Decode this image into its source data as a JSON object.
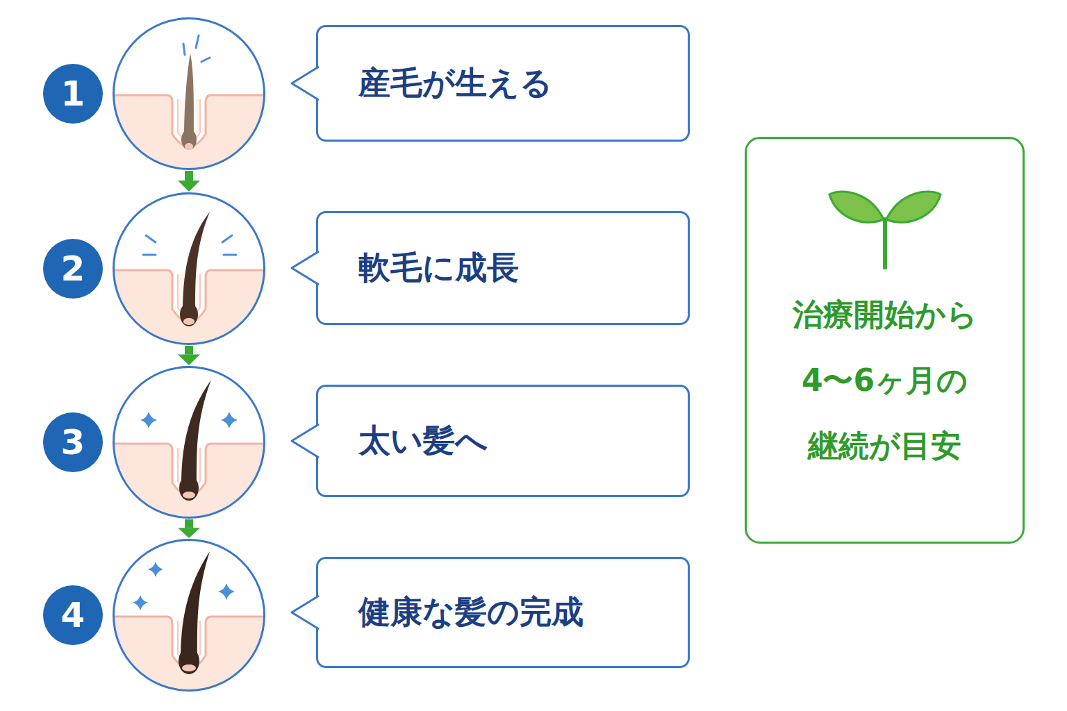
{
  "diagram": {
    "nodes": [
      {
        "text": [
          "1"
        ]
      },
      {
        "text": [
          "産毛が生える"
        ]
      },
      {
        "text": [
          "2"
        ]
      },
      {
        "text": [
          "軟毛に成長"
        ]
      },
      {
        "text": [
          "3"
        ]
      },
      {
        "text": [
          "太い髪へ"
        ]
      },
      {
        "text": [
          "4"
        ]
      },
      {
        "text": [
          "健康な髪の完成"
        ]
      },
      {
        "text": [
          "治療開始から 4〜6ヶ月の 継続が目安"
        ]
      }
    ],
    "edges": [
      {
        "from": 0,
        "to": 2,
        "arrow": "to"
      },
      {
        "from": 2,
        "to": 4,
        "arrow": "to"
      },
      {
        "from": 4,
        "to": 6,
        "arrow": "to"
      }
    ]
  }
}
